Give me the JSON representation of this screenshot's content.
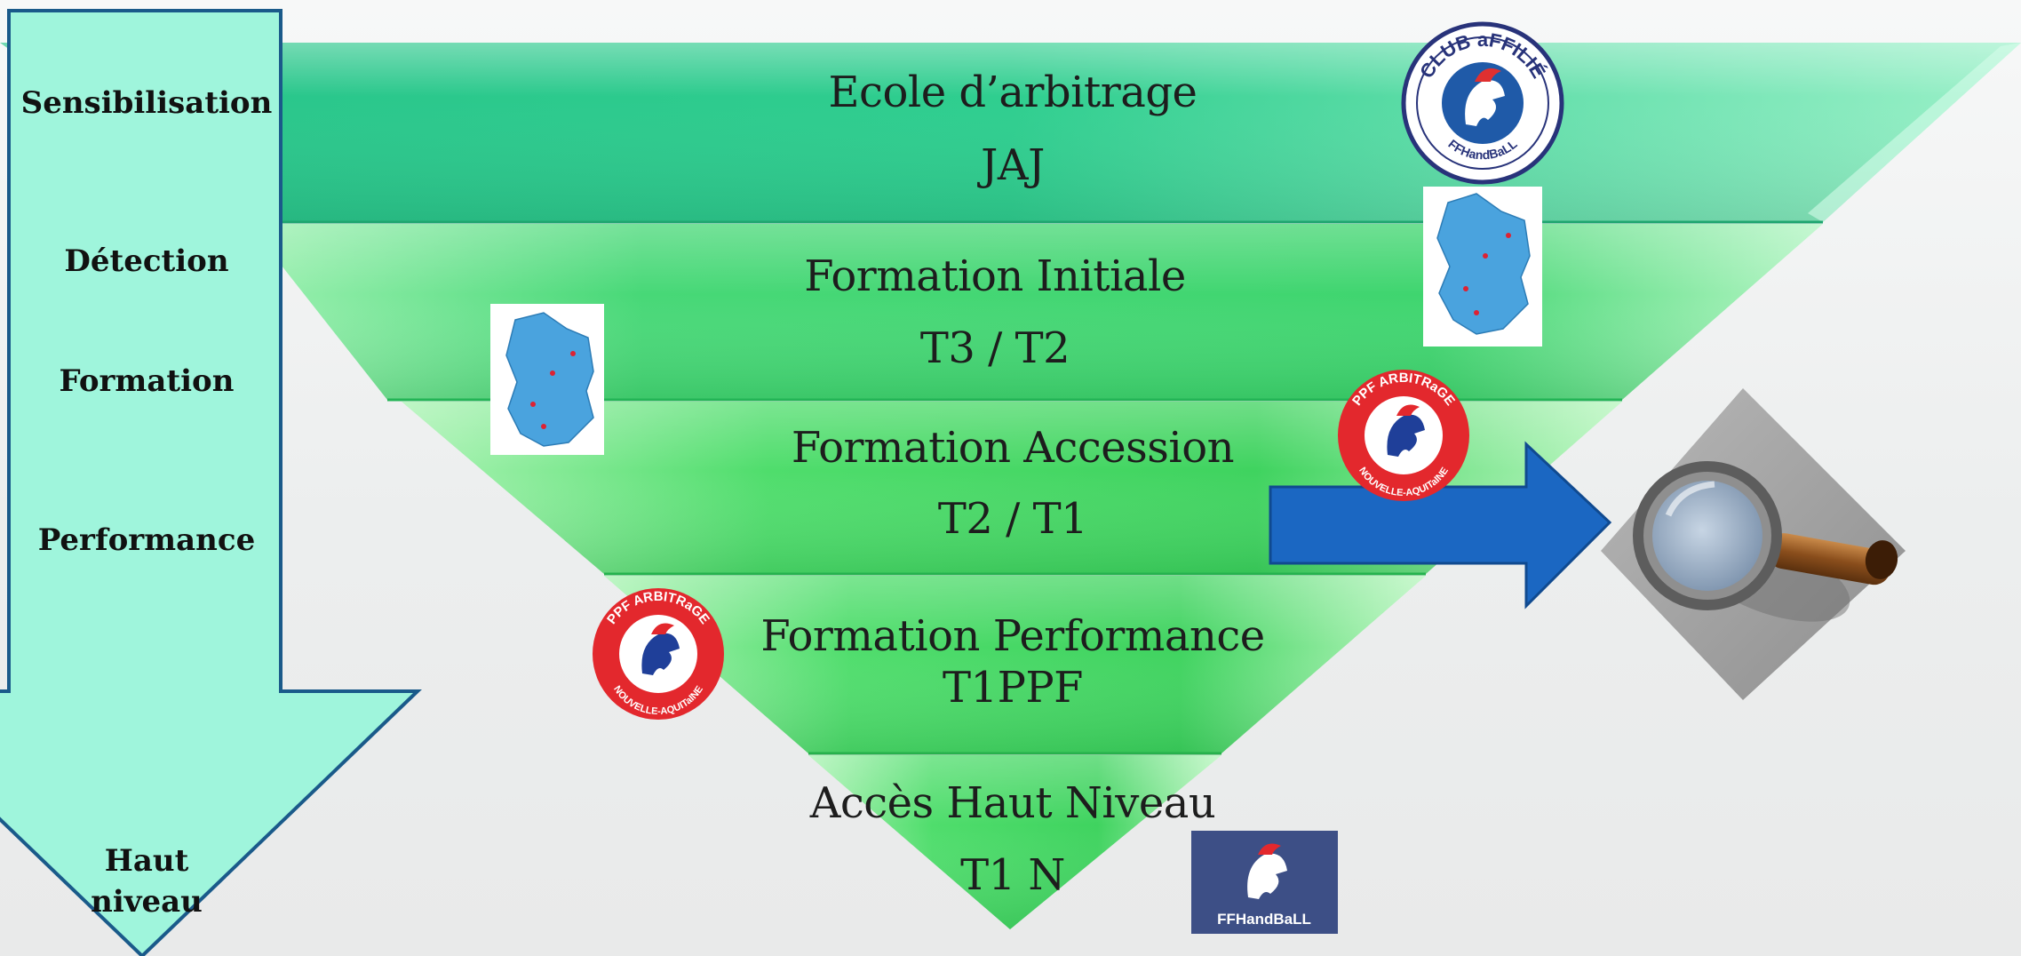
{
  "pyramid": {
    "levels": [
      {
        "title": "Ecole d’arbitrage",
        "subtitle": "JAJ"
      },
      {
        "title": "Formation Initiale",
        "subtitle": "T3 / T2"
      },
      {
        "title": "Formation Accession",
        "subtitle": "T2 / T1"
      },
      {
        "title": "Formation Performance",
        "subtitle": "T1PPF"
      },
      {
        "title": "Accès Haut Niveau",
        "subtitle": "T1 N"
      }
    ]
  },
  "stages": [
    "Sensibilisation",
    "Détection",
    "Formation",
    "Performance",
    "Haut niveau"
  ],
  "logos": {
    "club_affilie_text": "CLUB aFFILIÉ",
    "club_affilie_sub": "FFHandBaLL",
    "ppf_top": "PPF ARBITRaGE",
    "ppf_bottom": "NOUVELLE-AQUITaINE",
    "ffhandball": "FFHandBaLL"
  },
  "colors": {
    "stage_arrow_fill": "#9ff5dc",
    "stage_arrow_border": "#1a5a8a",
    "blue_arrow": "#1b67c2",
    "level1": "#2fcc8e",
    "level_green": "#3ed66a",
    "ppf_red": "#e3282d",
    "ff_navy": "#3d4f86",
    "map_blue": "#4aa3de"
  }
}
